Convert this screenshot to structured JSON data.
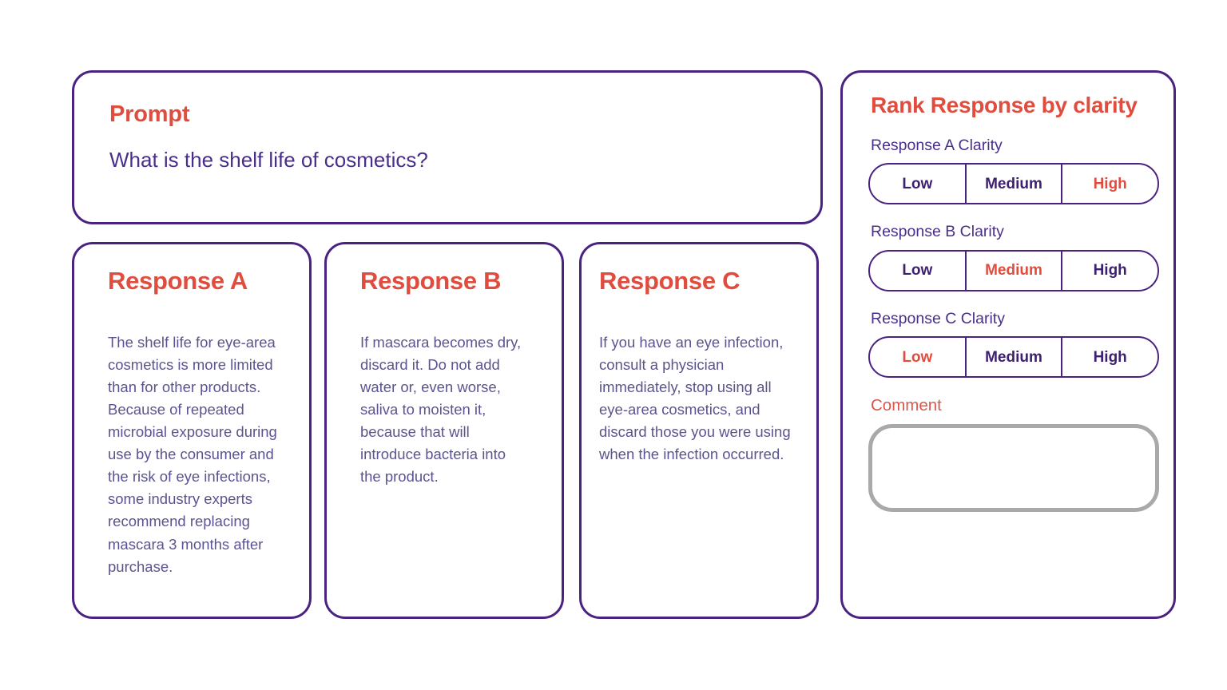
{
  "colors": {
    "accent_red": "#e04c3d",
    "border_purple": "#4a2280",
    "heading_purple": "#4a2e8c",
    "body_purple": "#5a5490",
    "comment_label_red": "#d9574e",
    "comment_border_gray": "#a9a9a9"
  },
  "prompt": {
    "title": "Prompt",
    "text": "What is the shelf life of cosmetics?"
  },
  "responses": [
    {
      "title": "Response A",
      "body": "The shelf life for eye-area cosmetics is more limited than for other products. Because of repeated microbial exposure during use by the consumer and the risk of eye infections, some industry experts recommend replacing mascara 3 months after purchase."
    },
    {
      "title": "Response B",
      "body": "If mascara becomes dry, discard it. Do not add water or, even worse, saliva to moisten it, because that will introduce bacteria into the product."
    },
    {
      "title": "Response C",
      "body": "If you have an eye infection, consult a physician immediately, stop using all eye-area cosmetics, and discard those you were using when the infection occurred."
    }
  ],
  "rank_panel": {
    "title": "Rank Response by clarity",
    "groups": [
      {
        "label": "Response A Clarity",
        "options": [
          "Low",
          "Medium",
          "High"
        ],
        "selected": "High"
      },
      {
        "label": "Response B Clarity",
        "options": [
          "Low",
          "Medium",
          "High"
        ],
        "selected": "Medium"
      },
      {
        "label": "Response C Clarity",
        "options": [
          "Low",
          "Medium",
          "High"
        ],
        "selected": "Low"
      }
    ],
    "comment": {
      "label": "Comment",
      "value": "",
      "placeholder": ""
    }
  }
}
